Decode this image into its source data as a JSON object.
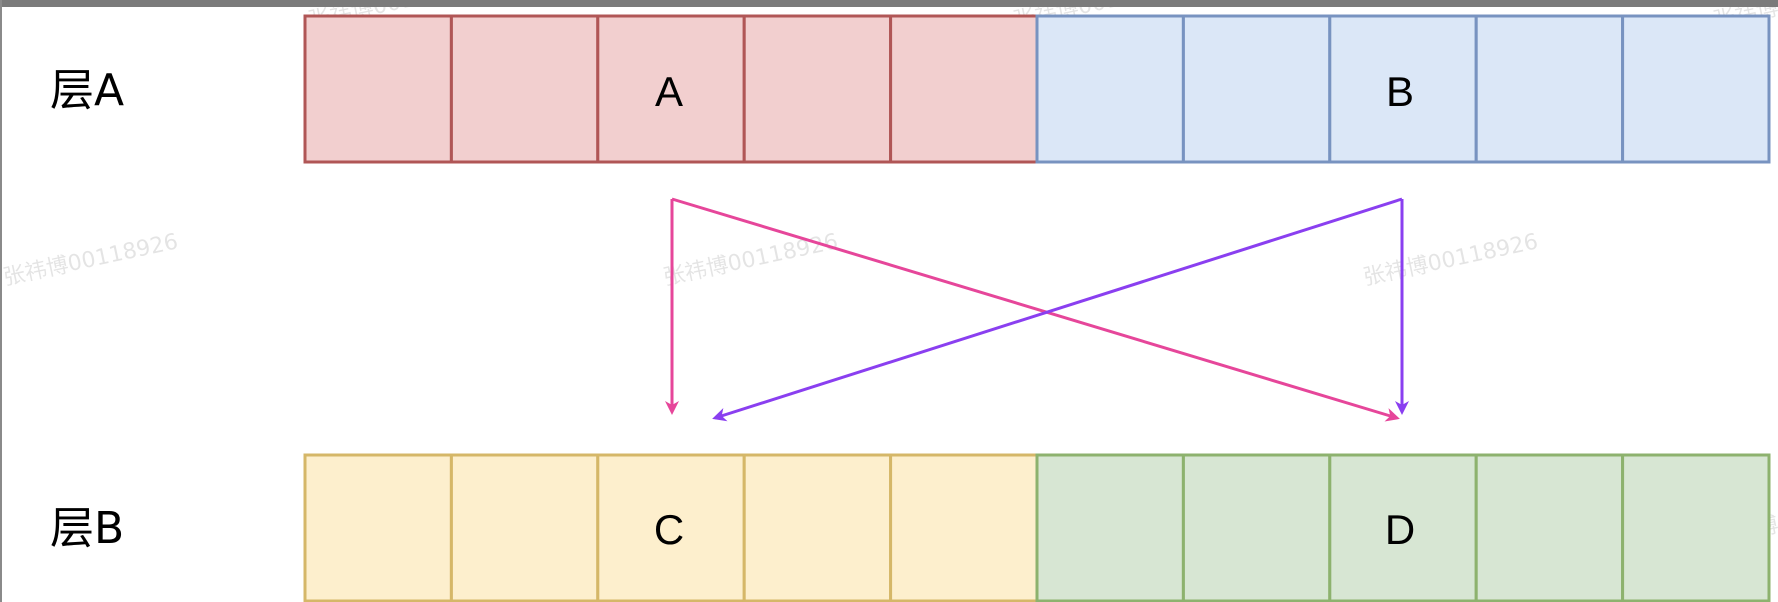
{
  "layers": [
    {
      "label": "层A",
      "blocks": [
        {
          "label": "A",
          "fill": "#f2cfcf",
          "stroke": "#b05656",
          "cells": 5
        },
        {
          "label": "B",
          "fill": "#dbe7f7",
          "stroke": "#7893c0",
          "cells": 5
        }
      ]
    },
    {
      "label": "层B",
      "blocks": [
        {
          "label": "C",
          "fill": "#fdefcd",
          "stroke": "#d5b768",
          "cells": 5
        },
        {
          "label": "D",
          "fill": "#d7e6d3",
          "stroke": "#8db26e",
          "cells": 5
        }
      ]
    }
  ],
  "connections": [
    {
      "from": "A",
      "to": "C",
      "color": "#e6469a"
    },
    {
      "from": "A",
      "to": "D",
      "color": "#e6469a"
    },
    {
      "from": "B",
      "to": "D",
      "color": "#8a3ff0"
    },
    {
      "from": "B",
      "to": "C",
      "color": "#8a3ff0"
    }
  ],
  "watermark": "张祎博00118926"
}
